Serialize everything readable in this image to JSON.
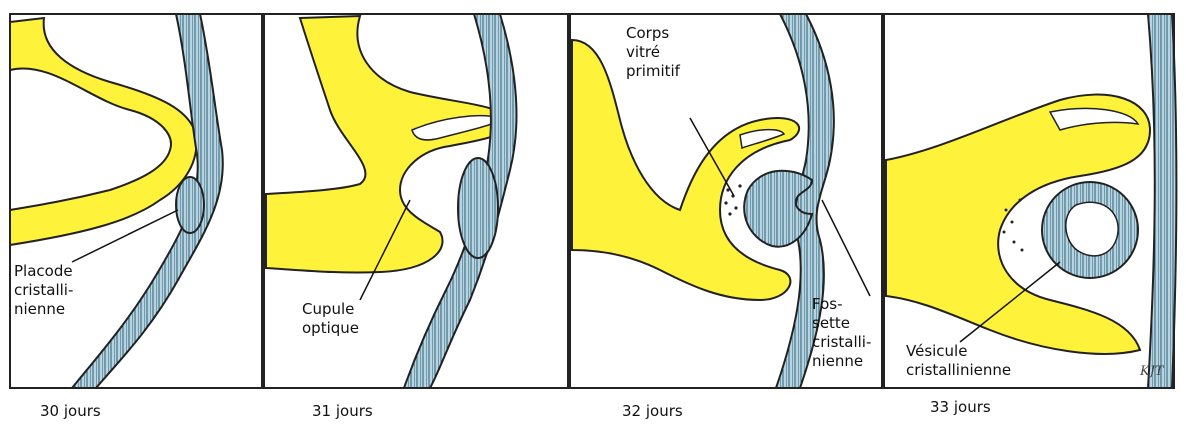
{
  "colors": {
    "lens_tissue": "#fff23a",
    "tissue_outline": "#2a2a2a",
    "epithelium": "#9fc4d6",
    "epithelium_dark": "#2f5f74",
    "background": "#ffffff"
  },
  "panels": [
    {
      "caption": "30 jours",
      "label": "Placode\ncristalli-\nnienne"
    },
    {
      "caption": "31 jours",
      "label": "Cupule\noptique"
    },
    {
      "caption": "32 jours",
      "label_top": "Corps\nvitré\nprimitif",
      "label_bottom": "Fos-\nsette\ncristalli-\nnienne"
    },
    {
      "caption": "33 jours",
      "label": "Vésicule\ncristallinienne"
    }
  ],
  "signature": "KJT"
}
